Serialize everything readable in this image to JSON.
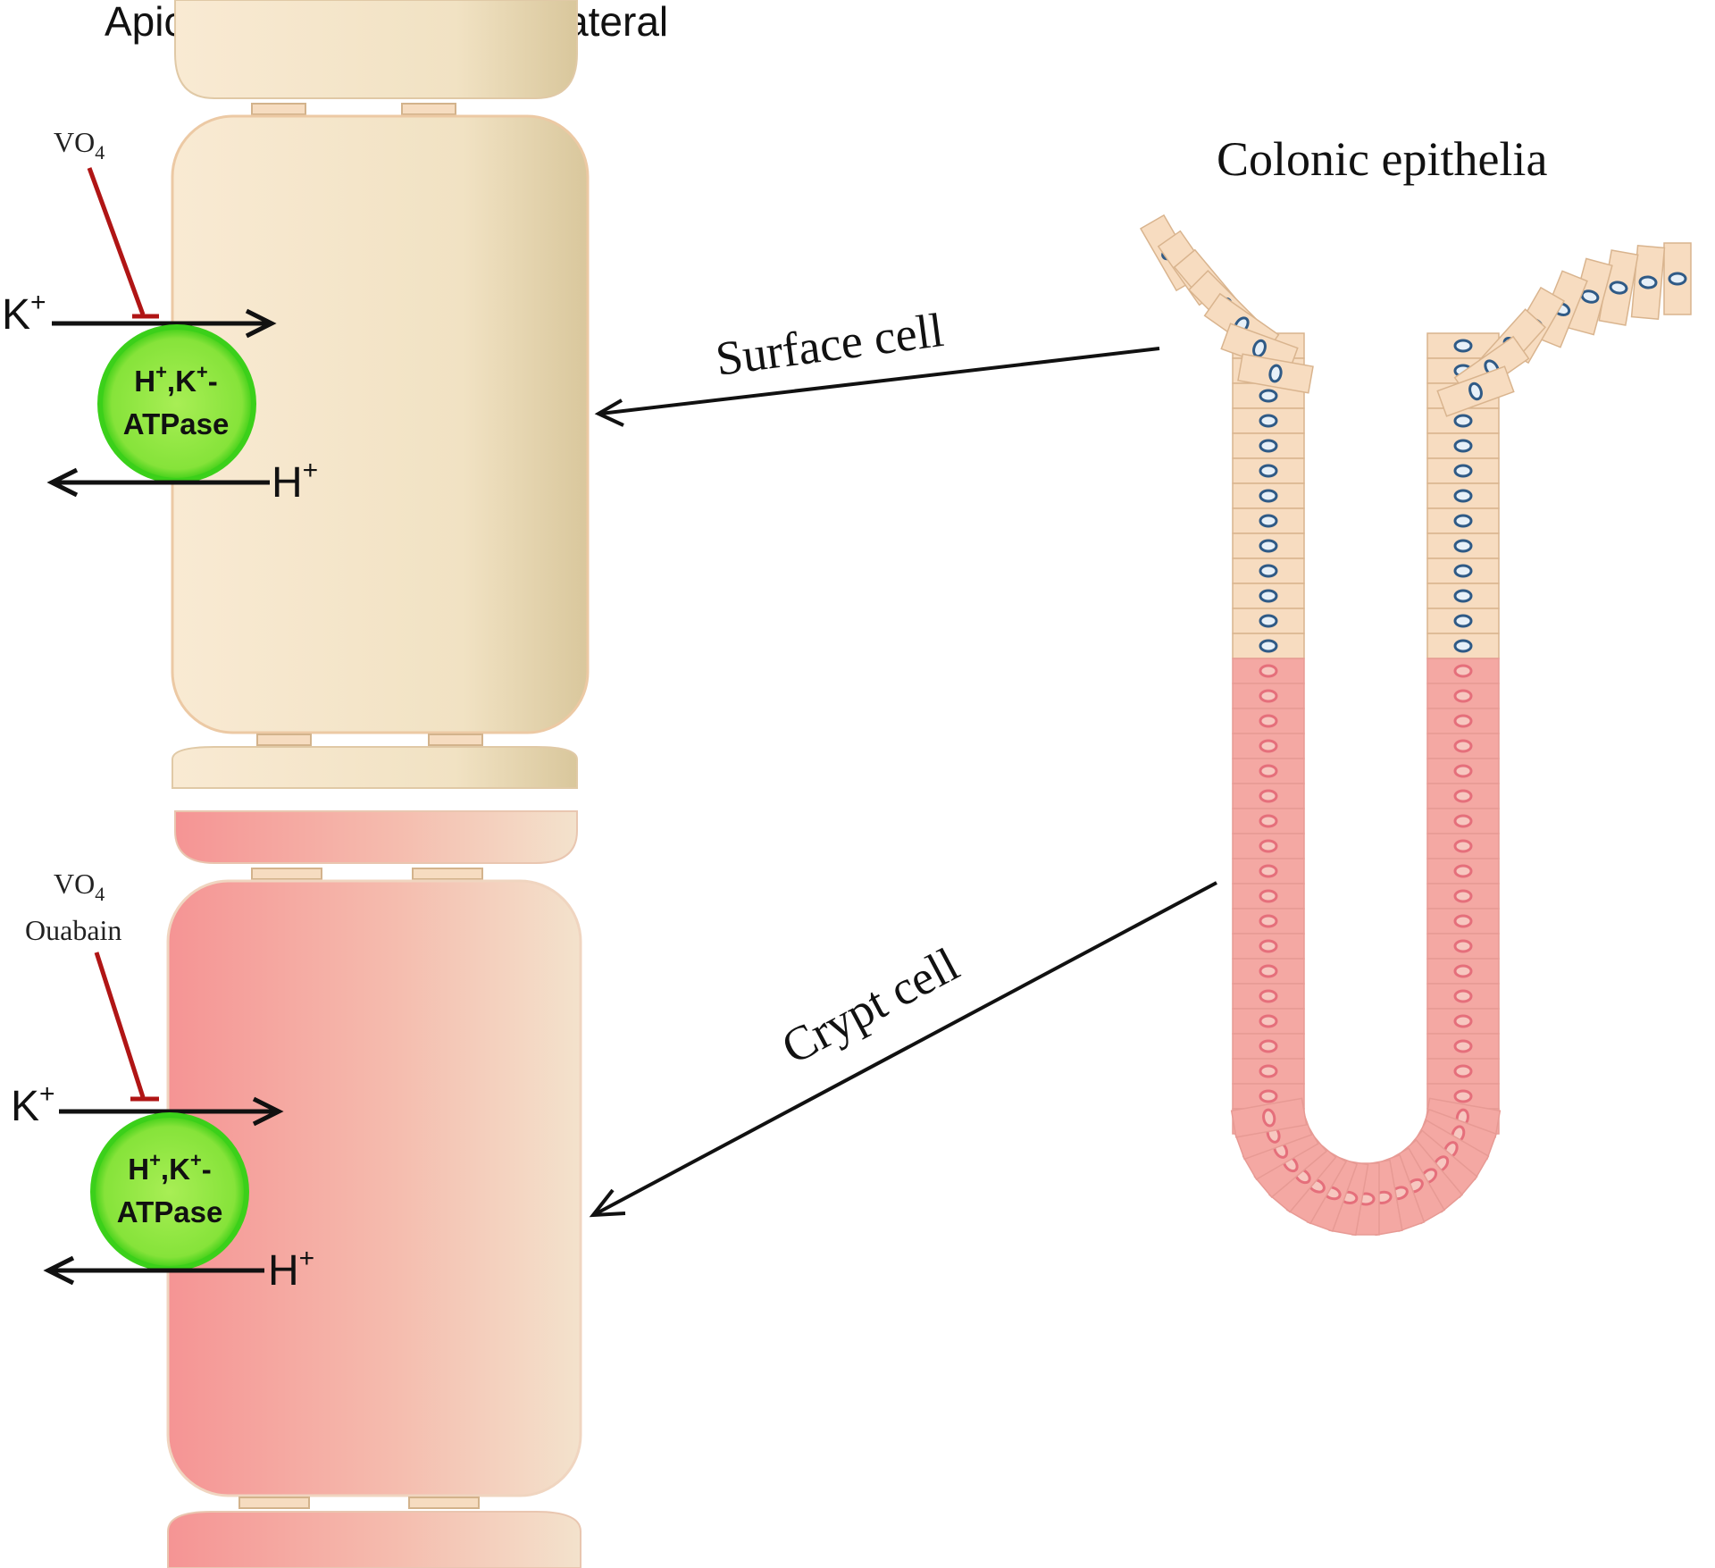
{
  "header": {
    "apical": "Apical",
    "basolateral": "Basolateral"
  },
  "colors": {
    "surface_cell_fill": "#f5e4c6",
    "surface_cell_edge": "#d8c89e",
    "crypt_cell_fill": "#f59d9b",
    "crypt_cell_edge": "#f0ddc8",
    "pump_fill": "#8ee63c",
    "pump_ring": "#3bd01a",
    "inhibitor": "#b01515",
    "nucleus": "#2f5a86",
    "arrow": "#111111"
  },
  "surface_panel": {
    "inhibitor": "VO",
    "inhibitor_subscript": "4",
    "k_ion": "K",
    "h_ion": "H",
    "charge": "+",
    "pump_line1": "H",
    "pump_line1_sep": ",K",
    "pump_line1_end": "-",
    "pump_line2": "ATPase"
  },
  "crypt_panel": {
    "inhibitor": "VO",
    "inhibitor_subscript": "4",
    "inhibitor2": "Ouabain",
    "k_ion": "K",
    "h_ion": "H",
    "charge": "+",
    "pump_line1": "H",
    "pump_line1_sep": ",K",
    "pump_line1_end": "-",
    "pump_line2": "ATPase"
  },
  "crypt_diagram": {
    "title": "Colonic epithelia",
    "surface_label": "Surface cell",
    "crypt_label": "Crypt cell"
  }
}
